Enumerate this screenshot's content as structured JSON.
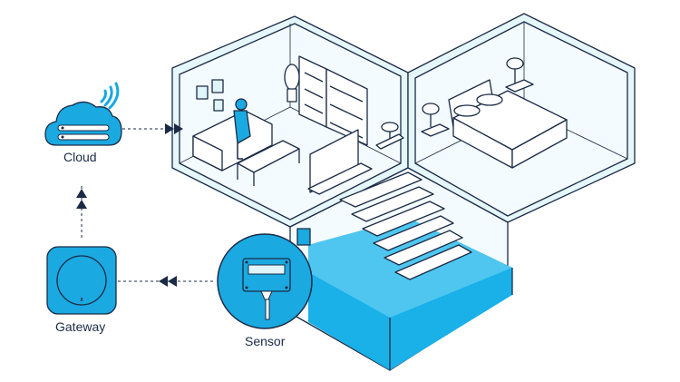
{
  "labels": {
    "cloud": "Cloud",
    "gateway": "Gateway",
    "sensor": "Sensor"
  },
  "icons": {
    "cloud": "cloud-icon",
    "wifi": "wifi-icon",
    "gateway": "gateway-icon",
    "sensor": "sensor-icon",
    "arrow": "double-arrow-icon"
  },
  "colors": {
    "accent": "#1aa9e0",
    "accent_light": "#dff4fb",
    "water": "#1ab0e8",
    "line": "#1b2b45"
  }
}
